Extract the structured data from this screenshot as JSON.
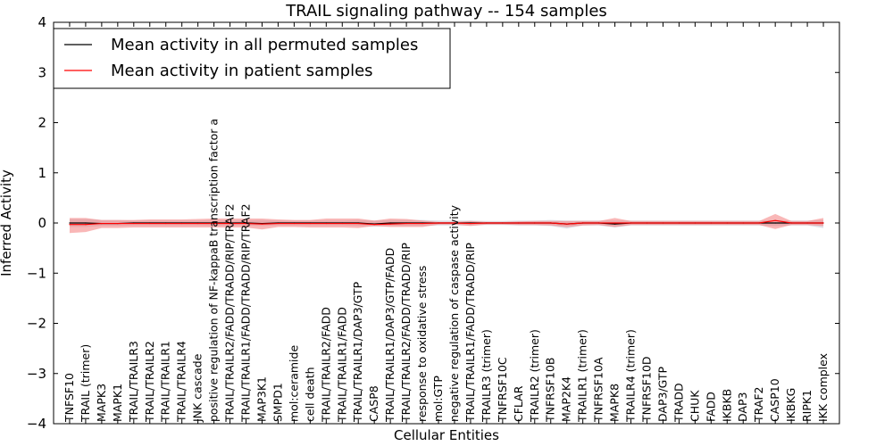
{
  "chart_data": {
    "type": "line",
    "title": "TRAIL signaling pathway -- 154 samples",
    "xlabel": "Cellular Entities",
    "ylabel": "Inferred Activity",
    "ylim": [
      -4,
      4
    ],
    "yticks": [
      "−4",
      "−3",
      "−2",
      "−1",
      "0",
      "1",
      "2",
      "3",
      "4"
    ],
    "grid": false,
    "legend_position": "top-left",
    "categories": [
      "TNFSF10",
      "TRAIL (trimer)",
      "MAPK3",
      "MAPK1",
      "TRAIL/TRAILR3",
      "TRAIL/TRAILR2",
      "TRAIL/TRAILR1",
      "TRAIL/TRAILR4",
      "JNK cascade",
      "positive regulation of NF-kappaB transcription factor a",
      "TRAIL/TRAILR2/FADD/TRADD/RIP/TRAF2",
      "TRAIL/TRAILR1/FADD/TRADD/RIP/TRAF2",
      "MAP3K1",
      "SMPD1",
      "mol:ceramide",
      "cell death",
      "TRAIL/TRAILR2/FADD",
      "TRAIL/TRAILR1/FADD",
      "TRAIL/TRAILR1/DAP3/GTP",
      "CASP8",
      "TRAIL/TRAILR1/DAP3/GTP/FADD",
      "TRAIL/TRAILR2/FADD/TRADD/RIP",
      "response to oxidative stress",
      "mol:GTP",
      "negative regulation of caspase activity",
      "TRAIL/TRAILR1/FADD/TRADD/RIP",
      "TRAILR3 (trimer)",
      "TNFRSF10C",
      "CFLAR",
      "TRAILR2 (trimer)",
      "TNFRSF10B",
      "MAP2K4",
      "TRAILR1 (trimer)",
      "TNFRSF10A",
      "MAPK8",
      "TRAILR4 (trimer)",
      "TNFRSF10D",
      "DAP3/GTP",
      "TRADD",
      "CHUK",
      "FADD",
      "IKBKB",
      "DAP3",
      "TRAF2",
      "CASP10",
      "IKBKG",
      "RIPK1",
      "IKK complex"
    ],
    "series": [
      {
        "name": "Mean activity in all permuted samples",
        "color": "#000000",
        "band_color": "#c8c8d4",
        "values": [
          0.0,
          0.0,
          -0.01,
          -0.01,
          0.0,
          0.0,
          0.0,
          0.0,
          0.0,
          0.0,
          0.0,
          0.0,
          -0.01,
          0.0,
          0.0,
          0.0,
          0.0,
          0.0,
          0.0,
          -0.02,
          0.0,
          0.0,
          0.0,
          0.0,
          0.0,
          0.0,
          0.0,
          0.0,
          0.0,
          0.0,
          0.0,
          -0.02,
          0.0,
          0.0,
          -0.02,
          0.0,
          0.0,
          0.0,
          0.0,
          0.0,
          0.0,
          0.0,
          0.0,
          0.0,
          0.0,
          0.0,
          0.0,
          0.0
        ],
        "lower": [
          -0.08,
          -0.08,
          -0.06,
          -0.06,
          -0.05,
          -0.05,
          -0.05,
          -0.05,
          -0.05,
          -0.06,
          -0.05,
          -0.05,
          -0.06,
          -0.05,
          -0.05,
          -0.05,
          -0.05,
          -0.05,
          -0.06,
          -0.07,
          -0.06,
          -0.06,
          -0.06,
          -0.05,
          -0.05,
          -0.05,
          -0.04,
          -0.04,
          -0.05,
          -0.05,
          -0.06,
          -0.11,
          -0.05,
          -0.05,
          -0.09,
          -0.05,
          -0.05,
          -0.05,
          -0.05,
          -0.05,
          -0.05,
          -0.05,
          -0.05,
          -0.05,
          -0.06,
          -0.05,
          -0.05,
          -0.1
        ],
        "upper": [
          0.08,
          0.08,
          0.06,
          0.06,
          0.05,
          0.05,
          0.05,
          0.05,
          0.05,
          0.06,
          0.05,
          0.05,
          0.06,
          0.05,
          0.05,
          0.05,
          0.05,
          0.05,
          0.06,
          0.05,
          0.06,
          0.06,
          0.06,
          0.05,
          0.05,
          0.05,
          0.04,
          0.04,
          0.05,
          0.05,
          0.06,
          0.05,
          0.05,
          0.05,
          0.05,
          0.05,
          0.05,
          0.05,
          0.05,
          0.05,
          0.05,
          0.05,
          0.05,
          0.05,
          0.06,
          0.05,
          0.05,
          0.06
        ]
      },
      {
        "name": "Mean activity in patient samples",
        "color": "#ff0000",
        "band_color": "#f47c7c",
        "values": [
          -0.03,
          -0.03,
          -0.01,
          -0.01,
          -0.01,
          -0.01,
          -0.01,
          -0.01,
          -0.01,
          -0.01,
          -0.01,
          -0.01,
          -0.02,
          -0.01,
          -0.01,
          -0.01,
          -0.01,
          -0.01,
          -0.01,
          -0.03,
          -0.02,
          -0.01,
          -0.01,
          0.0,
          0.0,
          -0.01,
          0.0,
          0.0,
          0.0,
          0.0,
          0.0,
          -0.02,
          0.0,
          0.0,
          0.0,
          0.0,
          0.0,
          0.0,
          0.0,
          0.0,
          0.0,
          0.0,
          0.0,
          0.0,
          0.05,
          0.0,
          0.0,
          0.0
        ],
        "lower": [
          -0.2,
          -0.18,
          -0.1,
          -0.1,
          -0.09,
          -0.09,
          -0.09,
          -0.09,
          -0.09,
          -0.09,
          -0.09,
          -0.09,
          -0.13,
          -0.08,
          -0.08,
          -0.09,
          -0.09,
          -0.09,
          -0.1,
          -0.06,
          -0.08,
          -0.08,
          -0.08,
          -0.03,
          -0.03,
          -0.06,
          -0.03,
          -0.03,
          -0.04,
          -0.04,
          -0.05,
          -0.08,
          -0.05,
          -0.04,
          -0.08,
          -0.04,
          -0.04,
          -0.04,
          -0.04,
          -0.04,
          -0.04,
          -0.04,
          -0.04,
          -0.04,
          -0.12,
          -0.04,
          -0.04,
          -0.06
        ],
        "upper": [
          0.1,
          0.1,
          0.06,
          0.06,
          0.06,
          0.07,
          0.07,
          0.07,
          0.08,
          0.09,
          0.09,
          0.09,
          0.09,
          0.07,
          0.06,
          0.06,
          0.09,
          0.09,
          0.09,
          0.05,
          0.09,
          0.08,
          0.05,
          0.02,
          0.02,
          0.04,
          0.02,
          0.02,
          0.03,
          0.04,
          0.04,
          0.04,
          0.04,
          0.04,
          0.1,
          0.04,
          0.04,
          0.04,
          0.04,
          0.04,
          0.04,
          0.04,
          0.04,
          0.04,
          0.18,
          0.04,
          0.04,
          0.1
        ]
      }
    ]
  }
}
